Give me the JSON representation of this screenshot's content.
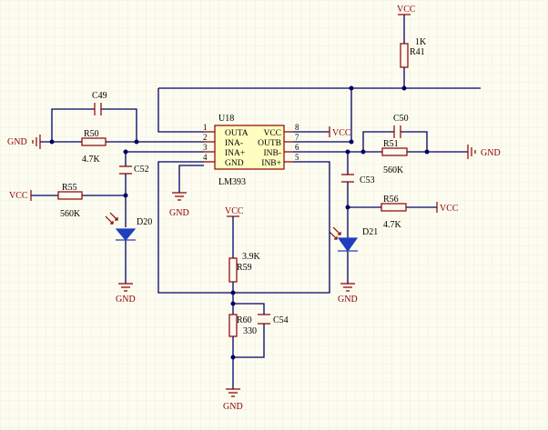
{
  "ic": {
    "ref": "U18",
    "part": "LM393",
    "pins_left": [
      {
        "num": "1",
        "name": "OUTA"
      },
      {
        "num": "2",
        "name": "INA-"
      },
      {
        "num": "3",
        "name": "INA+"
      },
      {
        "num": "4",
        "name": "GND"
      }
    ],
    "pins_right": [
      {
        "num": "8",
        "name": "VCC"
      },
      {
        "num": "7",
        "name": "OUTB"
      },
      {
        "num": "6",
        "name": "INB-"
      },
      {
        "num": "5",
        "name": "INB+"
      }
    ]
  },
  "components": {
    "c49": {
      "ref": "C49"
    },
    "r50": {
      "ref": "R50",
      "value": "4.7K"
    },
    "c52": {
      "ref": "C52"
    },
    "r55": {
      "ref": "R55",
      "value": "560K"
    },
    "d20": {
      "ref": "D20"
    },
    "r41": {
      "ref": "R41",
      "value": "1K"
    },
    "c50": {
      "ref": "C50"
    },
    "r51": {
      "ref": "R51",
      "value": "560K"
    },
    "c53": {
      "ref": "C53"
    },
    "r56": {
      "ref": "R56",
      "value": "4.7K"
    },
    "d21": {
      "ref": "D21"
    },
    "r59": {
      "ref": "R59",
      "value": "3.9K"
    },
    "r60": {
      "ref": "R60",
      "value": "330"
    },
    "c54": {
      "ref": "C54"
    }
  },
  "nets": {
    "vcc": "VCC",
    "gnd": "GND"
  },
  "colors": {
    "wire": "#000066",
    "component": "#8b0000",
    "ic_fill": "#fffdc0",
    "diode": "#1f3fbf",
    "grid": "#e6e3d0",
    "background": "#fdfcf0"
  }
}
